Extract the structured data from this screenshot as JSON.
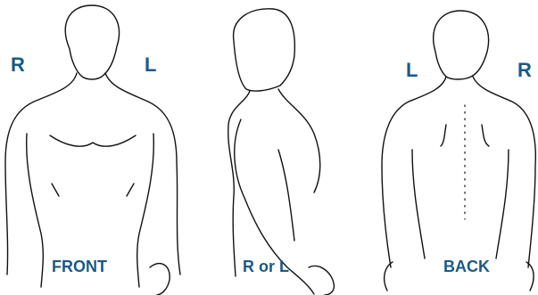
{
  "colors": {
    "label": "#1a5a85",
    "outline": "#111111",
    "background": "#ffffff"
  },
  "front": {
    "right_marker": "R",
    "left_marker": "L",
    "caption": "FRONT"
  },
  "side": {
    "caption": "R or L"
  },
  "back": {
    "left_marker": "L",
    "right_marker": "R",
    "caption": "BACK"
  }
}
